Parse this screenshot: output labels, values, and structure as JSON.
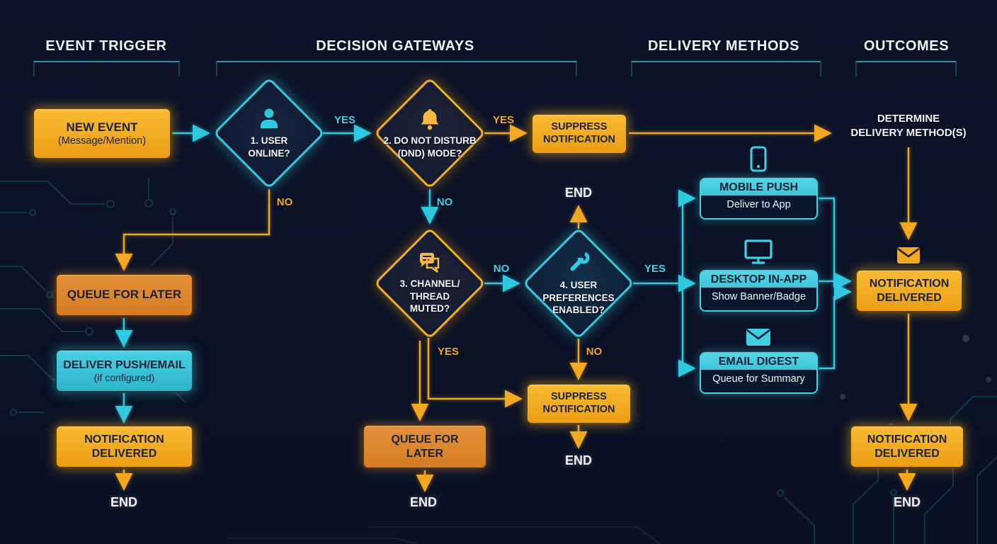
{
  "colors": {
    "background": "#0d1429",
    "cyan_accent": "#2fc9e2",
    "amber_accent": "#f2a820",
    "header_text": "#f2f5fa"
  },
  "columns": [
    {
      "label": "EVENT TRIGGER"
    },
    {
      "label": "DECISION GATEWAYS"
    },
    {
      "label": "DELIVERY METHODS"
    },
    {
      "label": "OUTCOMES"
    }
  ],
  "labels": {
    "yes": "YES",
    "no": "NO",
    "end": "END"
  },
  "nodes": {
    "new_event": {
      "title": "NEW EVENT",
      "subtitle": "(Message/Mention)"
    },
    "decision1": {
      "label": "1. USER\nONLINE?",
      "icon": "user-icon"
    },
    "decision2": {
      "label": "2. DO NOT DISTURB\n(DND) MODE?",
      "icon": "bell-icon"
    },
    "decision3": {
      "label": "3. CHANNEL/\nTHREAD\nMUTED?",
      "icon": "chat-icon"
    },
    "decision4": {
      "label": "4. USER\nPREFERENCES\nENABLED?",
      "icon": "wrench-icon"
    },
    "suppress_top": {
      "title": "SUPPRESS\nNOTIFICATION"
    },
    "determine": {
      "title": "DETERMINE\nDELIVERY METHOD(S)"
    },
    "queue_left": {
      "title": "QUEUE FOR LATER"
    },
    "deliver_push": {
      "title": "DELIVER PUSH/EMAIL",
      "subtitle": "(if configured)"
    },
    "notify_left": {
      "title": "NOTIFICATION\nDELIVERED"
    },
    "queue_mid": {
      "title": "QUEUE FOR\nLATER"
    },
    "suppress_mid": {
      "title": "SUPPRESS\nNOTIFICATION"
    },
    "mobile_push": {
      "title": "MOBILE PUSH",
      "subtitle": "Deliver to App",
      "icon": "smartphone-icon"
    },
    "desktop_inapp": {
      "title": "DESKTOP IN-APP",
      "subtitle": "Show Banner/Badge",
      "icon": "monitor-icon"
    },
    "email_digest": {
      "title": "EMAIL DIGEST",
      "subtitle": "Queue for Summary",
      "icon": "envelope-icon"
    },
    "notify_right_top": {
      "title": "NOTIFICATION\nDELIVERED",
      "icon": "envelope-icon"
    },
    "notify_right_bottom": {
      "title": "NOTIFICATION\nDELIVERED"
    }
  }
}
